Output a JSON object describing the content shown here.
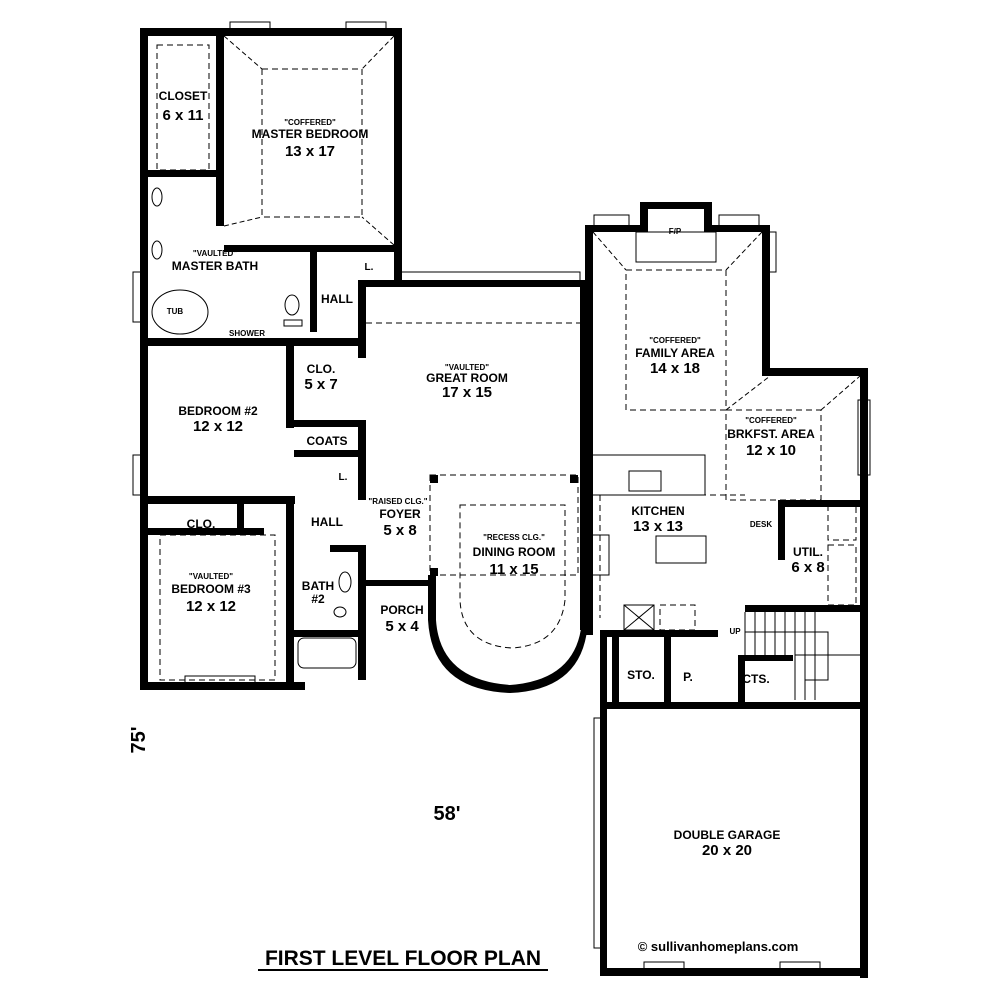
{
  "title": "FIRST LEVEL FLOOR PLAN",
  "dimensions": {
    "depth": "75'",
    "width": "58'"
  },
  "copyright": "© sullivanhomeplans.com",
  "rooms": {
    "closet": {
      "name": "CLOSET",
      "size": "6 x 11"
    },
    "master_bedroom": {
      "note": "\"COFFERED\"",
      "name": "MASTER BEDROOM",
      "size": "13 x 17"
    },
    "master_bath": {
      "note": "\"VAULTED\"",
      "name": "MASTER BATH",
      "tub": "TUB",
      "shower": "SHOWER"
    },
    "hall_top": {
      "name": "HALL",
      "linen": "L."
    },
    "bedroom2": {
      "name": "BEDROOM #2",
      "size": "12 x 12"
    },
    "clo_57": {
      "name": "CLO.",
      "size": "5 x 7"
    },
    "coats": {
      "name": "COATS",
      "linen": "L."
    },
    "hall_mid": {
      "name": "HALL"
    },
    "bedroom3": {
      "note": "\"VAULTED\"",
      "name": "BEDROOM #3",
      "size": "12 x 12",
      "closet": "CLO."
    },
    "bath2": {
      "name": "BATH",
      "num": "#2"
    },
    "great_room": {
      "note": "\"VAULTED\"",
      "name": "GREAT ROOM",
      "size": "17 x 15"
    },
    "foyer": {
      "note": "\"RAISED CLG.\"",
      "name": "FOYER",
      "size": "5 x 8"
    },
    "dining_room": {
      "note": "\"RECESS CLG.\"",
      "name": "DINING ROOM",
      "size": "11 x 15"
    },
    "porch": {
      "name": "PORCH",
      "size": "5 x 4"
    },
    "family_area": {
      "note": "\"COFFERED\"",
      "name": "FAMILY AREA",
      "size": "14 x 18",
      "fireplace": "F/P"
    },
    "brkfst_area": {
      "note": "\"COFFERED\"",
      "name": "BRKFST. AREA",
      "size": "12 x 10"
    },
    "kitchen": {
      "name": "KITCHEN",
      "size": "13 x 13",
      "desk": "DESK"
    },
    "utility": {
      "name": "UTIL.",
      "size": "6 x 8"
    },
    "stairs": {
      "label": "UP"
    },
    "storage": {
      "name": "STO."
    },
    "pantry": {
      "name": "P."
    },
    "cts": {
      "name": "CTS."
    },
    "garage": {
      "name": "DOUBLE GARAGE",
      "size": "20 x  20"
    }
  }
}
